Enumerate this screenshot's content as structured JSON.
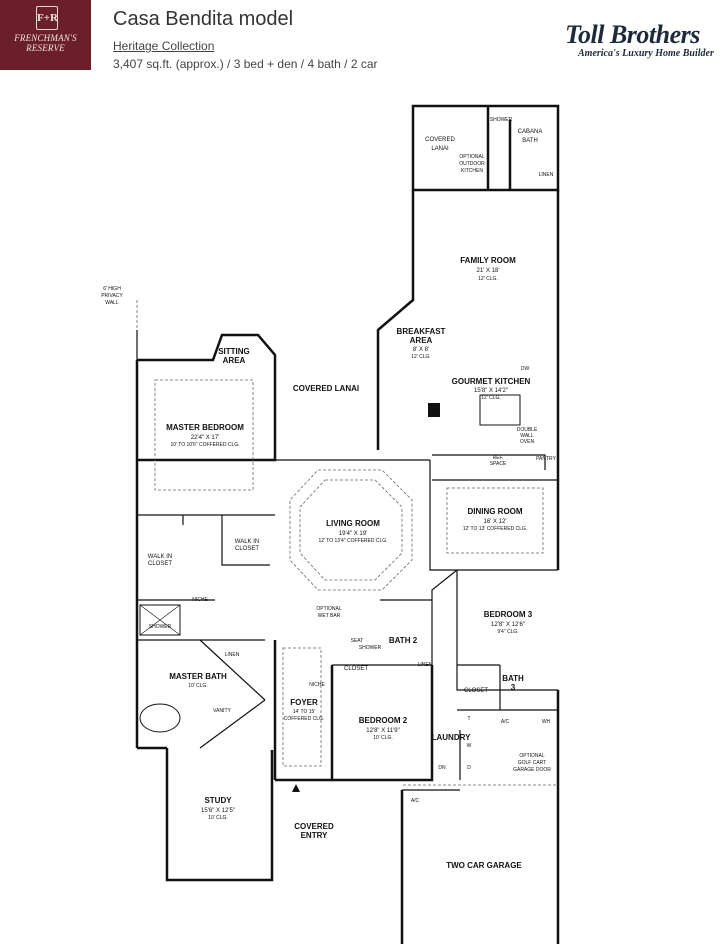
{
  "header": {
    "logo_text_line1": "FRENCHMAN'S",
    "logo_text_line2": "RESERVE",
    "logo_mark": "F+R",
    "model_title": "Casa Bendita model",
    "collection": "Heritage Collection",
    "specs": "3,407 sq.ft. (approx.) / 3 bed + den / 4 bath / 2 car",
    "brand": "Toll Brothers",
    "brand_tagline": "America's Luxury Home Builder"
  },
  "rooms": {
    "covered_lanai_top_1": "COVERED",
    "covered_lanai_top_2": "LANAI",
    "shower": "SHOWER",
    "cabana_bath_1": "CABANA",
    "cabana_bath_2": "BATH",
    "optional_outdoor_kitchen_1": "OPTIONAL",
    "optional_outdoor_kitchen_2": "OUTDOOR",
    "optional_outdoor_kitchen_3": "KITCHEN",
    "linen_top": "LINEN",
    "family_room": "FAMILY ROOM",
    "family_room_dim": "21' X 18'",
    "family_room_clg": "12' CLG.",
    "privacy_wall_1": "6' HIGH",
    "privacy_wall_2": "PRIVACY",
    "privacy_wall_3": "WALL",
    "breakfast_1": "BREAKFAST",
    "breakfast_2": "AREA",
    "breakfast_dim": "8' X 8'",
    "breakfast_clg": "12' CLG.",
    "sitting_1": "SITTING",
    "sitting_2": "AREA",
    "covered_lanai_mid": "COVERED LANAI",
    "dw": "DW",
    "gourmet_kitchen": "GOURMET KITCHEN",
    "gourmet_kitchen_dim": "15'8\" X 14'2\"",
    "gourmet_kitchen_clg": "12' CLG.",
    "double_wall_oven_1": "DOUBLE",
    "double_wall_oven_2": "WALL",
    "double_wall_oven_3": "OVEN",
    "master_bedroom": "MASTER BEDROOM",
    "master_bedroom_dim": "22'4\" X 17'",
    "master_bedroom_clg": "10' TO 10'6\" COFFERED CLG.",
    "ref_space_1": "REF.",
    "ref_space_2": "SPACE",
    "pantry": "PANTRY",
    "dining_room": "DINING ROOM",
    "dining_room_dim": "16' X 12'",
    "dining_room_clg": "12' TO 13' COFFERED CLG.",
    "living_room": "LIVING ROOM",
    "living_room_dim": "19'4\" X 19'",
    "living_room_clg": "12' TO 13'4\" COFFERED CLG.",
    "walk_in_closet_right_1": "WALK IN",
    "walk_in_closet_right_2": "CLOSET",
    "walk_in_closet_left_1": "WALK IN",
    "walk_in_closet_left_2": "CLOSET",
    "niche_left": "NICHE",
    "optional_wet_bar_1": "OPTIONAL",
    "optional_wet_bar_2": "WET BAR",
    "bedroom3": "BEDROOM 3",
    "bedroom3_dim": "12'8\" X 12'6\"",
    "bedroom3_clg": "9'4\" CLG.",
    "shower_master": "SHOWER",
    "seat": "SEAT",
    "shower_bath2": "SHOWER",
    "bath2": "BATH 2",
    "linen_master": "LINEN",
    "closet_bed2": "CLOSET",
    "linen_bath2": "LINEN",
    "master_bath": "MASTER BATH",
    "master_bath_clg": "10' CLG.",
    "niche_foyer": "NICHE",
    "closet_bed3": "CLOSET",
    "bath3_1": "BATH",
    "bath3_2": "3",
    "foyer": "FOYER",
    "foyer_dim": "14' TO 15'",
    "foyer_clg": "COFFERED CLG.",
    "vanity": "VANITY",
    "bedroom2": "BEDROOM 2",
    "bedroom2_dim": "12'8\" X 11'9\"",
    "bedroom2_clg": "10' CLG.",
    "t": "T",
    "ac_top": "A/C",
    "wh": "WH",
    "w": "W",
    "laundry": "LAUNDRY",
    "dn": "DN",
    "d": "D",
    "golf_cart_1": "OPTIONAL",
    "golf_cart_2": "GOLF CART",
    "golf_cart_3": "GARAGE DOOR",
    "ac_garage": "A/C",
    "study": "STUDY",
    "study_dim": "15'6\" X 12'5\"",
    "study_clg": "10' CLG.",
    "covered_entry_1": "COVERED",
    "covered_entry_2": "ENTRY",
    "two_car_garage": "TWO CAR GARAGE"
  }
}
